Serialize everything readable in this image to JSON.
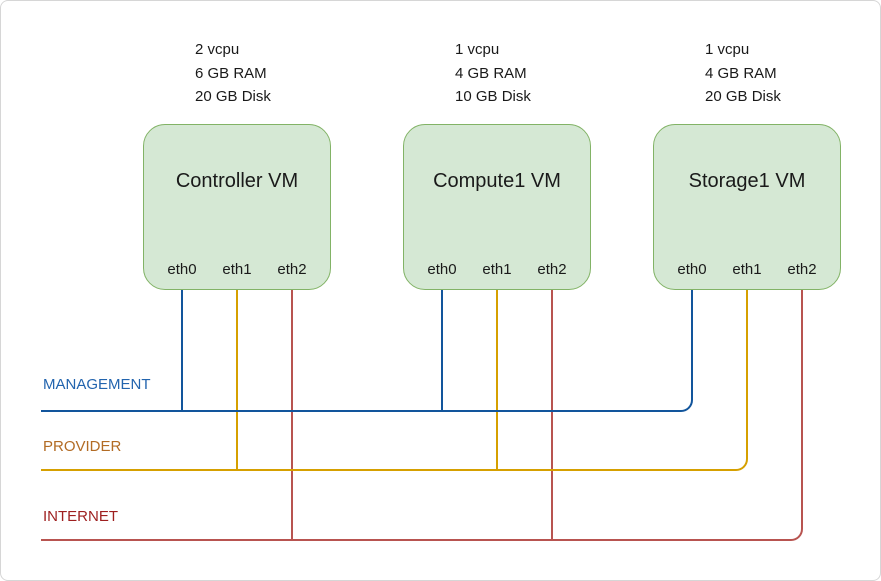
{
  "diagram": {
    "vms": [
      {
        "title": "Controller VM",
        "specs": [
          "2 vcpu",
          "6 GB RAM",
          "20 GB Disk"
        ],
        "ports": [
          "eth0",
          "eth1",
          "eth2"
        ]
      },
      {
        "title": "Compute1 VM",
        "specs": [
          "1 vcpu",
          "4 GB RAM",
          "10 GB Disk"
        ],
        "ports": [
          "eth0",
          "eth1",
          "eth2"
        ]
      },
      {
        "title": "Storage1 VM",
        "specs": [
          "1 vcpu",
          "4 GB RAM",
          "20 GB Disk"
        ],
        "ports": [
          "eth0",
          "eth1",
          "eth2"
        ]
      }
    ],
    "networks": [
      {
        "label": "MANAGEMENT",
        "line_color": "#12559c",
        "label_color": "#2264ae"
      },
      {
        "label": "PROVIDER",
        "line_color": "#d6a000",
        "label_color": "#b26b24"
      },
      {
        "label": "INTERNET",
        "line_color": "#b85450",
        "label_color": "#9e1f1f"
      }
    ],
    "colors": {
      "vm_fill": "#d5e8d4",
      "vm_border": "#82b366"
    }
  }
}
